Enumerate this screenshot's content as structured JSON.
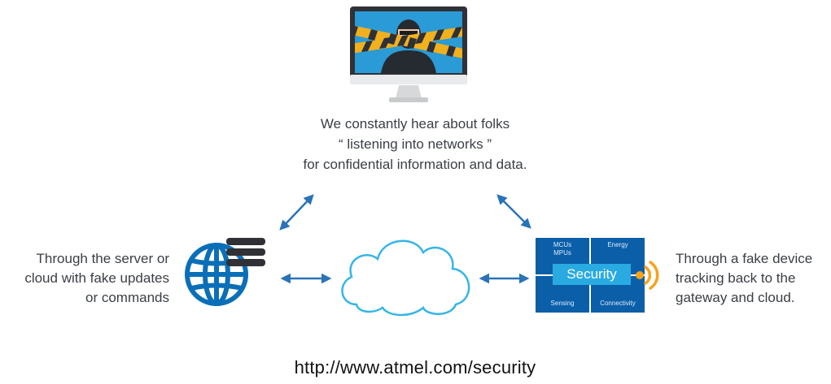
{
  "top_caption": {
    "line1": "We constantly hear about folks",
    "line2": "“ listening into networks ”",
    "line3": "for confidential information and data."
  },
  "left_caption": {
    "line1": "Through the server or",
    "line2": "cloud with fake updates",
    "line3": "or commands"
  },
  "right_caption": {
    "line1": "Through a fake device",
    "line2": "tracking back to the",
    "line3": "gateway and cloud."
  },
  "security_module": {
    "mcus": "MCUs",
    "mpus": "MPUs",
    "energy": "Energy",
    "security": "Security",
    "sensing": "Sensing",
    "connectivity": "Connectivity"
  },
  "url": "http://www.atmel.com/security",
  "colors": {
    "primary_blue": "#0b5fa8",
    "light_blue": "#29abe2",
    "arrow_blue": "#2a73b8",
    "cloud_stroke": "#37b5e6",
    "wireless_orange": "#f7a21b",
    "hazard_yellow": "#f2b01e",
    "text_gray": "#3a3f45"
  },
  "icons": [
    "monitor-icon",
    "hacker-icon",
    "globe-server-icon",
    "cloud-icon",
    "wireless-signal-icon"
  ]
}
